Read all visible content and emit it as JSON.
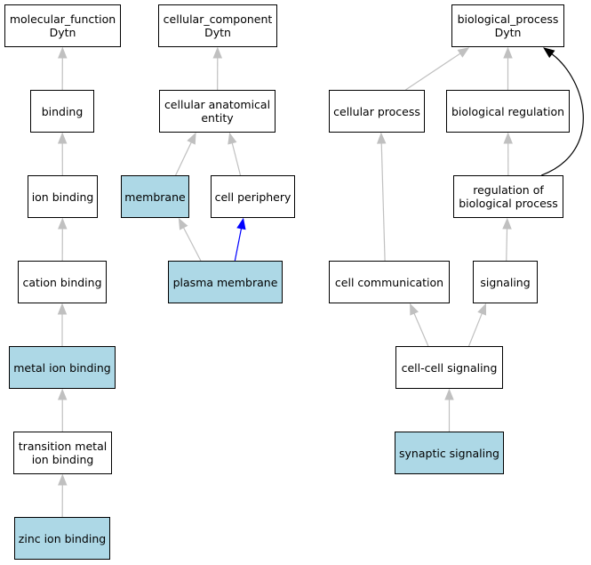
{
  "colors": {
    "highlight": "#add8e6",
    "default_fill": "#ffffff",
    "edge_gray": "#c0c0c0",
    "edge_blue": "#0000ff",
    "edge_black": "#000000"
  },
  "nodes": {
    "mf_root": {
      "lines": [
        "molecular_function",
        "Dytn"
      ],
      "highlighted": false
    },
    "binding": {
      "lines": [
        "binding"
      ],
      "highlighted": false
    },
    "ion_binding": {
      "lines": [
        "ion binding"
      ],
      "highlighted": false
    },
    "cation_binding": {
      "lines": [
        "cation binding"
      ],
      "highlighted": false
    },
    "metal_ion_binding": {
      "lines": [
        "metal ion binding"
      ],
      "highlighted": true
    },
    "transition_metal": {
      "lines": [
        "transition metal",
        "ion binding"
      ],
      "highlighted": false
    },
    "zinc_ion_binding": {
      "lines": [
        "zinc ion binding"
      ],
      "highlighted": true
    },
    "cc_root": {
      "lines": [
        "cellular_component",
        "Dytn"
      ],
      "highlighted": false
    },
    "cell_anat_entity": {
      "lines": [
        "cellular anatomical",
        "entity"
      ],
      "highlighted": false
    },
    "membrane": {
      "lines": [
        "membrane"
      ],
      "highlighted": true
    },
    "cell_periphery": {
      "lines": [
        "cell periphery"
      ],
      "highlighted": false
    },
    "plasma_membrane": {
      "lines": [
        "plasma membrane"
      ],
      "highlighted": true
    },
    "bp_root": {
      "lines": [
        "biological_process",
        "Dytn"
      ],
      "highlighted": false
    },
    "cellular_process": {
      "lines": [
        "cellular process"
      ],
      "highlighted": false
    },
    "bio_regulation": {
      "lines": [
        "biological regulation"
      ],
      "highlighted": false
    },
    "reg_bio_process": {
      "lines": [
        "regulation of",
        "biological process"
      ],
      "highlighted": false
    },
    "cell_communication": {
      "lines": [
        "cell communication"
      ],
      "highlighted": false
    },
    "signaling": {
      "lines": [
        "signaling"
      ],
      "highlighted": false
    },
    "cell_cell_signaling": {
      "lines": [
        "cell-cell signaling"
      ],
      "highlighted": false
    },
    "synaptic_signaling": {
      "lines": [
        "synaptic signaling"
      ],
      "highlighted": true
    }
  },
  "edges": [
    {
      "from": "binding",
      "to": "mf_root",
      "color": "gray"
    },
    {
      "from": "ion_binding",
      "to": "binding",
      "color": "gray"
    },
    {
      "from": "cation_binding",
      "to": "ion_binding",
      "color": "gray"
    },
    {
      "from": "metal_ion_binding",
      "to": "cation_binding",
      "color": "gray"
    },
    {
      "from": "transition_metal",
      "to": "metal_ion_binding",
      "color": "gray"
    },
    {
      "from": "zinc_ion_binding",
      "to": "transition_metal",
      "color": "gray"
    },
    {
      "from": "cell_anat_entity",
      "to": "cc_root",
      "color": "gray"
    },
    {
      "from": "membrane",
      "to": "cell_anat_entity",
      "color": "gray"
    },
    {
      "from": "cell_periphery",
      "to": "cell_anat_entity",
      "color": "gray"
    },
    {
      "from": "plasma_membrane",
      "to": "membrane",
      "color": "gray"
    },
    {
      "from": "plasma_membrane",
      "to": "cell_periphery",
      "color": "blue"
    },
    {
      "from": "cellular_process",
      "to": "bp_root",
      "color": "gray"
    },
    {
      "from": "bio_regulation",
      "to": "bp_root",
      "color": "gray"
    },
    {
      "from": "reg_bio_process",
      "to": "bp_root",
      "color": "black"
    },
    {
      "from": "reg_bio_process",
      "to": "bio_regulation",
      "color": "gray"
    },
    {
      "from": "cell_communication",
      "to": "cellular_process",
      "color": "gray"
    },
    {
      "from": "signaling",
      "to": "reg_bio_process",
      "color": "gray"
    },
    {
      "from": "cell_cell_signaling",
      "to": "cell_communication",
      "color": "gray"
    },
    {
      "from": "cell_cell_signaling",
      "to": "signaling",
      "color": "gray"
    },
    {
      "from": "synaptic_signaling",
      "to": "cell_cell_signaling",
      "color": "gray"
    }
  ]
}
